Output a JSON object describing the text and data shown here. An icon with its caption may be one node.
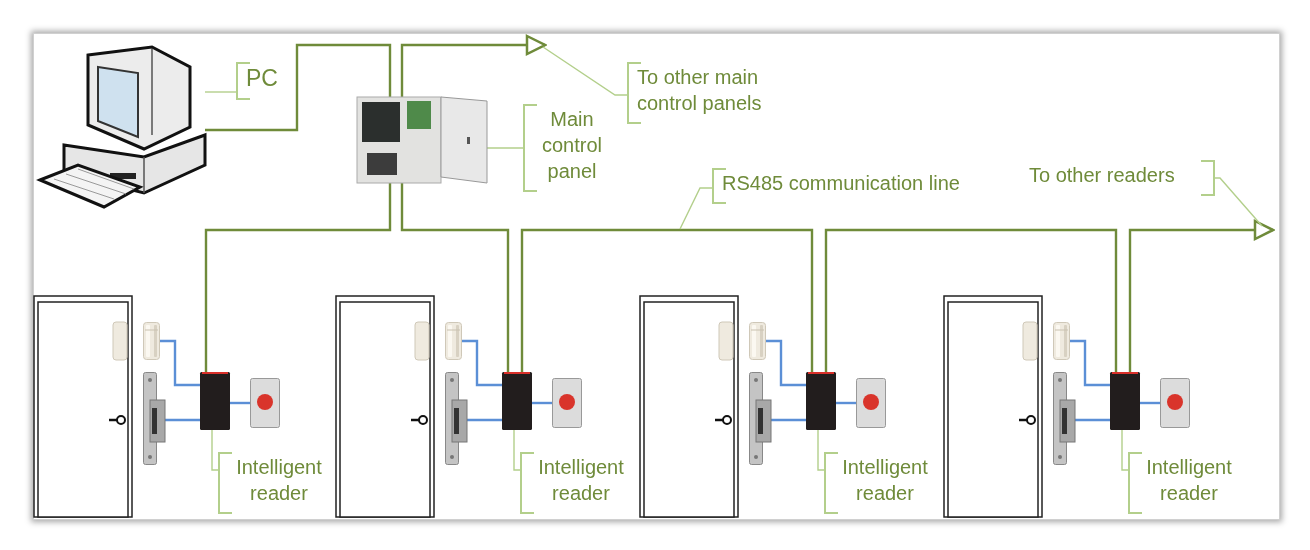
{
  "diagram": {
    "nodes": [
      {
        "text": [],
        "shape": "picture"
      },
      {
        "text": [
          "PC"
        ]
      },
      {
        "text": [],
        "shape": "picture"
      },
      {
        "text": [
          "Main control panel"
        ]
      },
      {
        "text": [
          "To other main control panels"
        ]
      },
      {
        "text": [
          "RS485 communication line"
        ]
      },
      {
        "text": [
          "To other readers"
        ]
      },
      {
        "text": [],
        "shape": "picture"
      },
      {
        "text": [],
        "shape": "picture"
      },
      {
        "text": [],
        "shape": "picture"
      },
      {
        "text": [],
        "shape": "picture"
      },
      {
        "text": [
          "Intelligent reader"
        ]
      },
      {
        "text": [],
        "shape": "picture"
      },
      {
        "text": [],
        "shape": "picture"
      },
      {
        "text": [],
        "shape": "picture"
      },
      {
        "text": [],
        "shape": "picture"
      },
      {
        "text": [
          "Intelligent reader"
        ]
      },
      {
        "text": [],
        "shape": "picture"
      },
      {
        "text": [],
        "shape": "picture"
      },
      {
        "text": [],
        "shape": "picture"
      },
      {
        "text": [],
        "shape": "picture"
      },
      {
        "text": [
          "Intelligent reader"
        ]
      },
      {
        "text": [],
        "shape": "picture"
      },
      {
        "text": [],
        "shape": "picture"
      },
      {
        "text": [],
        "shape": "picture"
      },
      {
        "text": [],
        "shape": "picture"
      },
      {
        "text": [
          "Intelligent reader"
        ]
      }
    ],
    "edges": [
      {
        "from": 0,
        "to": 2,
        "arrow": "none",
        "color": "#6f8b3a"
      },
      {
        "from": 2,
        "to": null,
        "arrow": "to",
        "color": "#6f8b3a"
      },
      {
        "from": 2,
        "to": 9,
        "arrow": "none",
        "color": "#6f8b3a"
      },
      {
        "from": 2,
        "to": 14,
        "arrow": "none",
        "color": "#6f8b3a"
      },
      {
        "from": 14,
        "to": 19,
        "arrow": "none",
        "color": "#6f8b3a"
      },
      {
        "from": 19,
        "to": 24,
        "arrow": "none",
        "color": "#6f8b3a"
      },
      {
        "from": 24,
        "to": null,
        "arrow": "to",
        "color": "#6f8b3a"
      },
      {
        "from": 1,
        "to": 0,
        "arrow": "none",
        "color": "#b3cf8b"
      },
      {
        "from": 3,
        "to": 2,
        "arrow": "none",
        "color": "#b3cf8b"
      },
      {
        "from": 4,
        "to": null,
        "arrow": "none",
        "color": "#b3cf8b"
      },
      {
        "from": 5,
        "to": null,
        "arrow": "none",
        "color": "#b3cf8b"
      },
      {
        "from": 6,
        "to": null,
        "arrow": "none",
        "color": "#b3cf8b"
      },
      {
        "from": 11,
        "to": 9,
        "arrow": "none",
        "color": "#b3cf8b"
      },
      {
        "from": 16,
        "to": 14,
        "arrow": "none",
        "color": "#b3cf8b"
      },
      {
        "from": 21,
        "to": 19,
        "arrow": "none",
        "color": "#b3cf8b"
      },
      {
        "from": 26,
        "to": 24,
        "arrow": "none",
        "color": "#b3cf8b"
      },
      {
        "from": 7,
        "to": 9,
        "arrow": "none",
        "color": "#5b8fd6"
      },
      {
        "from": 8,
        "to": 9,
        "arrow": "none",
        "color": "#5b8fd6"
      },
      {
        "from": 10,
        "to": 9,
        "arrow": "none",
        "color": "#5b8fd6"
      },
      {
        "from": 12,
        "to": 14,
        "arrow": "none",
        "color": "#5b8fd6"
      },
      {
        "from": 13,
        "to": 14,
        "arrow": "none",
        "color": "#5b8fd6"
      },
      {
        "from": 15,
        "to": 14,
        "arrow": "none",
        "color": "#5b8fd6"
      },
      {
        "from": 17,
        "to": 19,
        "arrow": "none",
        "color": "#5b8fd6"
      },
      {
        "from": 18,
        "to": 19,
        "arrow": "none",
        "color": "#5b8fd6"
      },
      {
        "from": 20,
        "to": 19,
        "arrow": "none",
        "color": "#5b8fd6"
      },
      {
        "from": 22,
        "to": 24,
        "arrow": "none",
        "color": "#5b8fd6"
      },
      {
        "from": 23,
        "to": 24,
        "arrow": "none",
        "color": "#5b8fd6"
      },
      {
        "from": 25,
        "to": 24,
        "arrow": "none",
        "color": "#5b8fd6"
      }
    ]
  }
}
